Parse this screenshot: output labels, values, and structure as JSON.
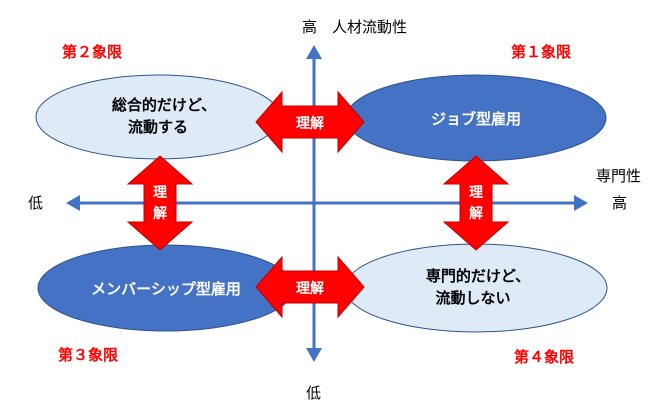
{
  "colors": {
    "axis": "#4472c4",
    "bubble_dark": "#4472c4",
    "bubble_light": "#deebf7",
    "bubble_border": "#2f528f",
    "quadrant_label": "#ff0000",
    "understanding_arrow": "#ff0000",
    "understanding_arrow_border": "#c00000",
    "text_dark": "#000000",
    "text_light": "#ffffff"
  },
  "axes": {
    "vertical_top": "高　人材流動性",
    "vertical_bottom": "低",
    "horizontal_left": "低",
    "horizontal_right_title": "専門性",
    "horizontal_right": "高"
  },
  "quadrants": {
    "q1": "第１象限",
    "q2": "第２象限",
    "q3": "第３象限",
    "q4": "第４象限"
  },
  "bubbles": {
    "general_fluid": {
      "line1": "総合的だけど、",
      "line2": "流動する"
    },
    "job_type": {
      "label": "ジョブ型雇用"
    },
    "membership_type": {
      "label": "メンバーシップ型雇用"
    },
    "specialist_nonfluid": {
      "line1": "専門的だけど、",
      "line2": "流動しない"
    }
  },
  "understanding_arrows": {
    "top": {
      "label": "理解"
    },
    "bottom": {
      "label": "理解"
    },
    "left": {
      "char1": "理",
      "char2": "解"
    },
    "right": {
      "char1": "理",
      "char2": "解"
    }
  }
}
